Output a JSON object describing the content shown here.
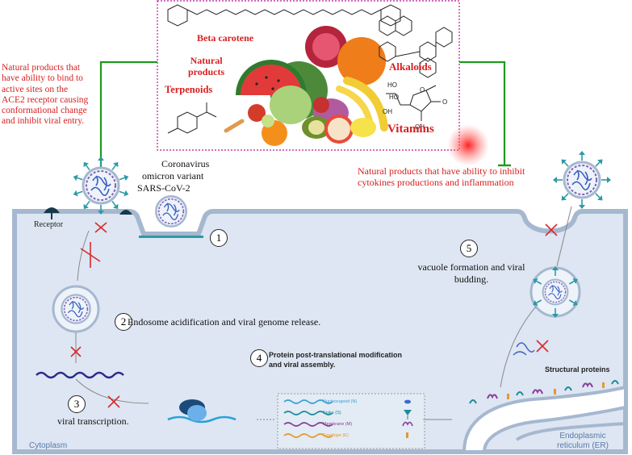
{
  "natural_products": {
    "left_note": [
      "Natural products that",
      "have ability to bind to",
      "active sites on the",
      "ACE2 receptor causing",
      "conformational change",
      "and inhibit viral entry."
    ],
    "right_note": [
      "Natural products that have ability to inhibit",
      "cytokines productions and inflammation"
    ],
    "labels": {
      "beta_carotene": "Beta carotene",
      "natural_products_line1": "Natural",
      "natural_products_line2": "products",
      "terpenoids": "Terpenoids",
      "alkaloids": "Alkaloids",
      "vitamins": "Vitamins"
    },
    "chem_labels": {
      "ho1": "HO",
      "ho2": "HO",
      "oh1": "OH",
      "oh2": "OH",
      "o1": "O",
      "o2": "O"
    }
  },
  "virus": {
    "line1": "Coronavirus",
    "line2": "omicron variant",
    "line3": "SARS-CoV-2"
  },
  "cell": {
    "receptor": "Receptor",
    "cytoplasm": "Cytoplasm",
    "er_line1": "Endoplasmic",
    "er_line2": "reticulum (ER)",
    "structural_proteins": "Structural proteins"
  },
  "steps": [
    {
      "num": "1",
      "text": ""
    },
    {
      "num": "2",
      "text": "Endosome acidification and viral genome release."
    },
    {
      "num": "3",
      "text": "viral transcription."
    },
    {
      "num": "4",
      "text_line1": "Protein post-translational modification",
      "text_line2": "and viral assembly."
    },
    {
      "num": "5",
      "text_line1": "vacuole formation and viral",
      "text_line2": "budding."
    }
  ],
  "proteins": [
    {
      "name": "Nucleocapsid (N)",
      "color": "#3aa0d8"
    },
    {
      "name": "Spike (S)",
      "color": "#1d8a9a"
    },
    {
      "name": "Membrane (M)",
      "color": "#8a3c9a"
    },
    {
      "name": "Envelope (E)",
      "color": "#e49a2a"
    }
  ],
  "colors": {
    "red_text": "#d71f1f",
    "green_line": "#1f9a1f",
    "cell_fill": "#dde6f2",
    "membrane": "#a6b8d0",
    "spike": "#2c9aa6",
    "rna": "#2a2a8a"
  }
}
